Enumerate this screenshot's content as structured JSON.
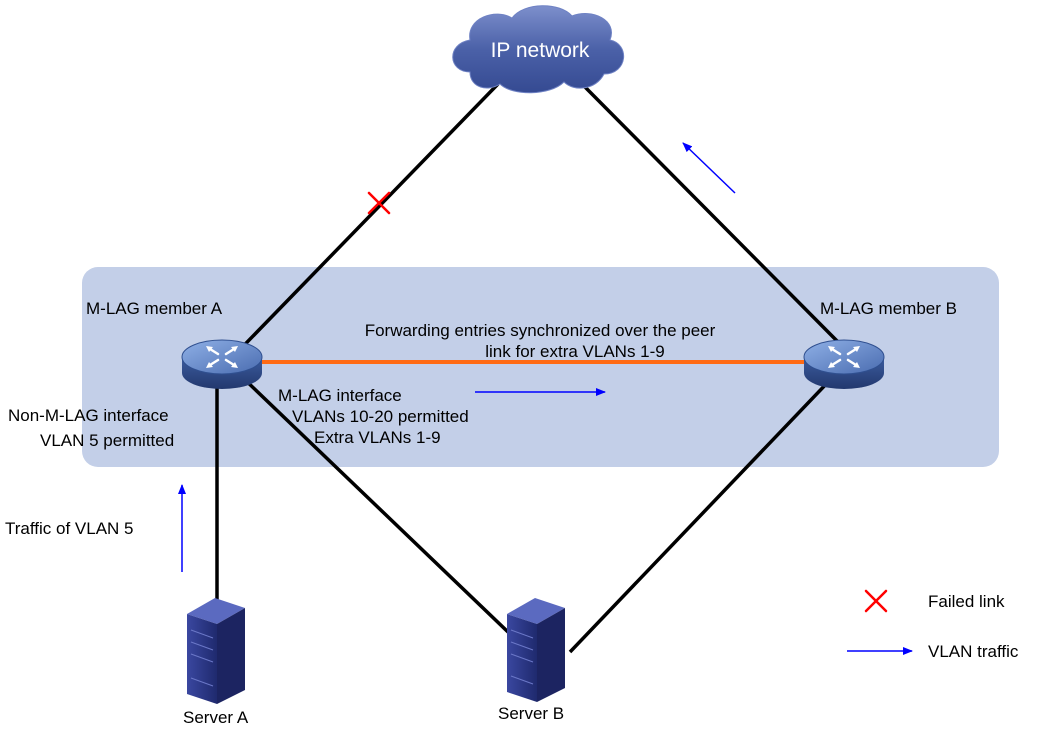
{
  "cloud": {
    "label": "IP network"
  },
  "devices": {
    "member_a": {
      "label": "M-LAG member A"
    },
    "member_b": {
      "label": "M-LAG member B"
    },
    "server_a": {
      "label": "Server A"
    },
    "server_b": {
      "label": "Server B"
    }
  },
  "annotations": {
    "peer_link_line1": "Forwarding entries synchronized over the peer",
    "peer_link_line2": "link for extra VLANs 1-9",
    "mlag_iface_line1": "M-LAG interface",
    "mlag_iface_line2": "VLANs 10-20 permitted",
    "mlag_iface_line3": "Extra VLANs 1-9",
    "non_mlag_line1": "Non-M-LAG interface",
    "non_mlag_line2": "VLAN 5 permitted",
    "traffic_vlan5": "Traffic of VLAN 5"
  },
  "legend": {
    "failed_link": "Failed link",
    "vlan_traffic": "VLAN traffic"
  },
  "colors": {
    "mlag_region": "#c3cfe8",
    "peer_link": "#ff6a14",
    "link": "#000000",
    "traffic_arrow": "#0000ff",
    "failed_mark": "#ff0000",
    "cloud": "#4b61a8",
    "switch": "#4a6cb0",
    "server": "#283278"
  }
}
